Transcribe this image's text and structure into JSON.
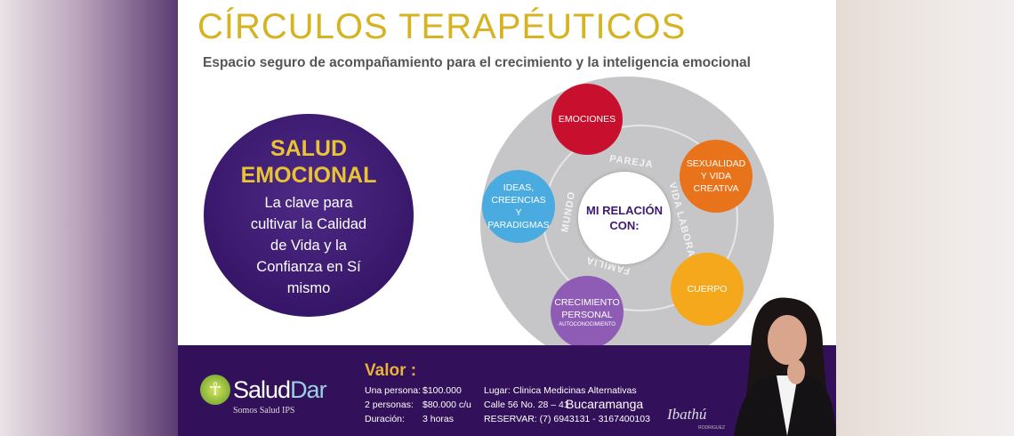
{
  "header": {
    "title": "CÍRCULOS TERAPÉUTICOS",
    "subtitle": "Espacio seguro de acompañamiento para el crecimiento y la inteligencia emocional"
  },
  "salud": {
    "heading1": "SALUD",
    "heading2": "EMOCIONAL",
    "text": [
      "La clave para",
      "cultivar la Calidad",
      "de Vida y la",
      "Confianza en Sí",
      "mismo"
    ]
  },
  "diagram": {
    "center": [
      "MI RELACIÓN",
      "CON:"
    ],
    "ring_labels": {
      "top": "PAREJA",
      "right": "VIDA LABORAL",
      "bottom": "FAMILIA",
      "left": "MUNDO"
    },
    "circles": [
      {
        "label": "EMOCIONES",
        "color": "#c8102e"
      },
      {
        "label": "SEXUALIDAD Y VIDA CREATIVA",
        "color": "#e8731a"
      },
      {
        "label": "CUERPO",
        "color": "#f5a81c"
      },
      {
        "label": "CRECIMIENTO PERSONAL",
        "sub": "AUTOCONOCIMIENTO",
        "color": "#8e5bb5"
      },
      {
        "label": "IDEAS, CREENCIAS Y PARADIGMAS",
        "color": "#4aabe0"
      }
    ]
  },
  "footer": {
    "logo_a": "Salud",
    "logo_b": "Dar",
    "logo_sub": "Somos Salud IPS",
    "valor": "Valor :",
    "prices": [
      [
        "Una persona:",
        "$100.000"
      ],
      [
        "2 personas:",
        "$80.000 c/u"
      ],
      [
        "Duración:",
        "3 horas"
      ]
    ],
    "lugar": "Lugar: Clinica Medicinas Alternativas",
    "calle": "Calle 56 No. 28 – 41",
    "ciudad": "Bucaramanga",
    "reservar": "RESERVAR: (7) 6943131 - 3167400103",
    "signature": "Ibathú",
    "signature_sub": "RODRIGUEZ"
  }
}
